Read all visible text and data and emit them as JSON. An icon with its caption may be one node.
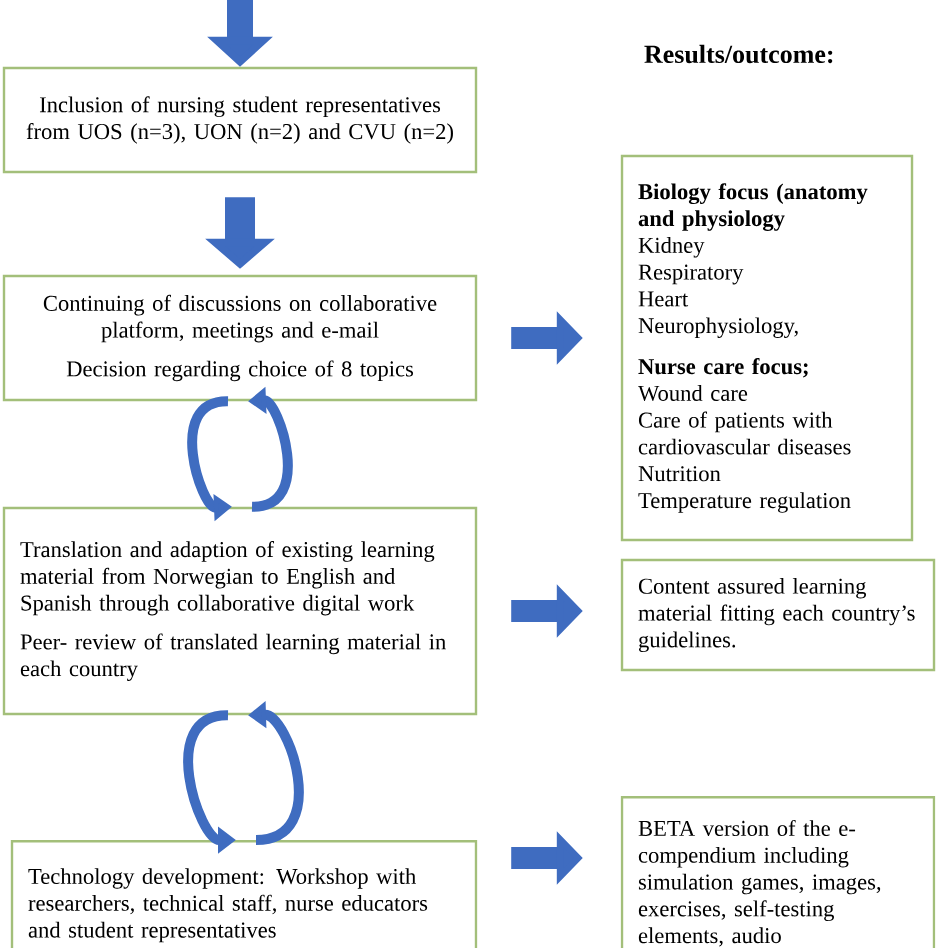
{
  "diagram": {
    "nodes": [
      {
        "text": [
          "Inclusion of nursing student representatives from UOS (n=3), UON (n=2) and CVU (n=2)"
        ]
      },
      {
        "text": [
          "Continuing of discussions on collaborative platform, meetings and e-mail",
          "Decision regarding choice of 8 topics"
        ]
      },
      {
        "text": [
          "Translation and adaption of existing learning material from Norwegian to English and Spanish through collaborative digital work",
          "Peer- review of translated learning material in each country"
        ]
      },
      {
        "text": [
          "Technology development: Workshop with researchers, technical staff, nurse educators and student representatives"
        ]
      },
      {
        "text": [
          "**Biology focus (anatomy and physiology**",
          "Kidney",
          "Respiratory",
          "Heart",
          "Neurophysiology,",
          "**Nurse care focus;**",
          "Wound care",
          "Care of patients with cardiovascular diseases",
          "Nutrition",
          "Temperature regulation"
        ]
      },
      {
        "text": [
          "Content assured learning material fitting each country’s guidelines."
        ]
      },
      {
        "text": [
          "BETA version of the e-compendium including simulation games, images, exercises, self-testing elements, audio"
        ]
      }
    ],
    "edges": [
      {
        "from": null,
        "to": 0,
        "arrow": "to"
      },
      {
        "from": 0,
        "to": 1,
        "arrow": "to"
      },
      {
        "from": 1,
        "to": 4,
        "arrow": "to"
      },
      {
        "from": 1,
        "to": 2,
        "arrow": "to"
      },
      {
        "from": 2,
        "to": 1,
        "arrow": "to"
      },
      {
        "from": 2,
        "to": 5,
        "arrow": "to"
      },
      {
        "from": 2,
        "to": 3,
        "arrow": "to"
      },
      {
        "from": 3,
        "to": 2,
        "arrow": "to"
      },
      {
        "from": 3,
        "to": 6,
        "arrow": "to"
      }
    ],
    "labels": [
      "Results/outcome:"
    ]
  }
}
